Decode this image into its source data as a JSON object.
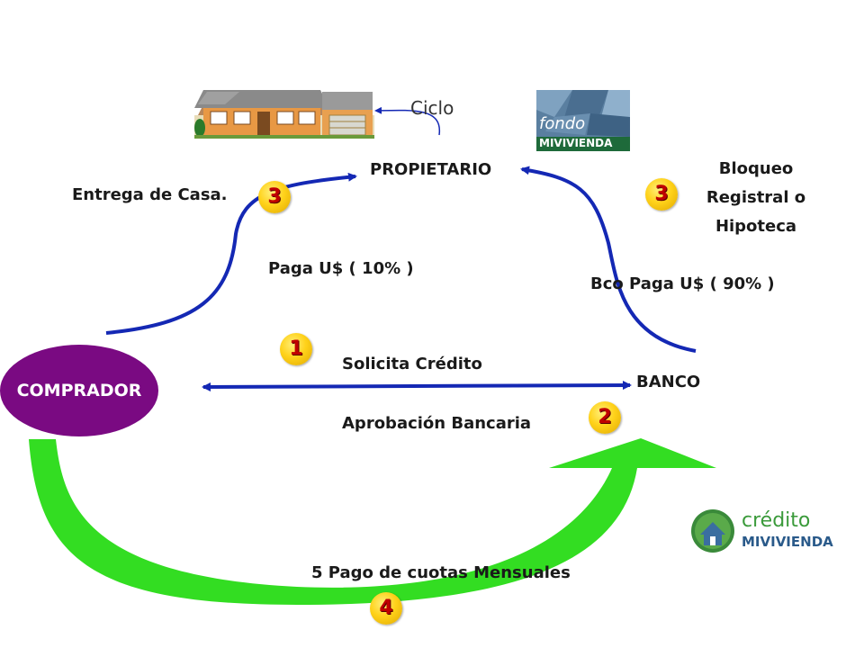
{
  "colors": {
    "arrow_blue": "#1428b4",
    "arrow_green": "#33dd22",
    "comprador_fill": "#7a0a82",
    "badge_fill": "#ffd21a",
    "badge_text": "#c00000"
  },
  "nodes": {
    "propietario": "PROPIETARIO",
    "comprador": "COMPRADOR",
    "banco": "BANCO"
  },
  "labels": {
    "ciclo": "Ciclo",
    "entrega": "Entrega de Casa.",
    "paga": "Paga U$ ( 10% )",
    "bloqueo_line1": "Bloqueo",
    "bloqueo_line2": "Registral o",
    "bloqueo_line3": "Hipoteca",
    "bco_paga": "Bco Paga U$ ( 90% )",
    "solicita": "Solicita Crédito",
    "aprobacion": "Aprobación Bancaria",
    "pago_cuotas": "5  Pago de cuotas Mensuales"
  },
  "badges": {
    "one": "1",
    "two": "2",
    "three_left": "3",
    "three_right": "3",
    "four": "4"
  },
  "logos": {
    "fondo_line1": "fondo",
    "fondo_line2": "MIVIVIENDA",
    "credito_line1": "crédito",
    "credito_line2": "MIVIVIENDA"
  },
  "icons": {
    "house": "house-icon",
    "fondo": "fondo-mivivienda-logo",
    "credito": "credito-mivivienda-logo"
  }
}
